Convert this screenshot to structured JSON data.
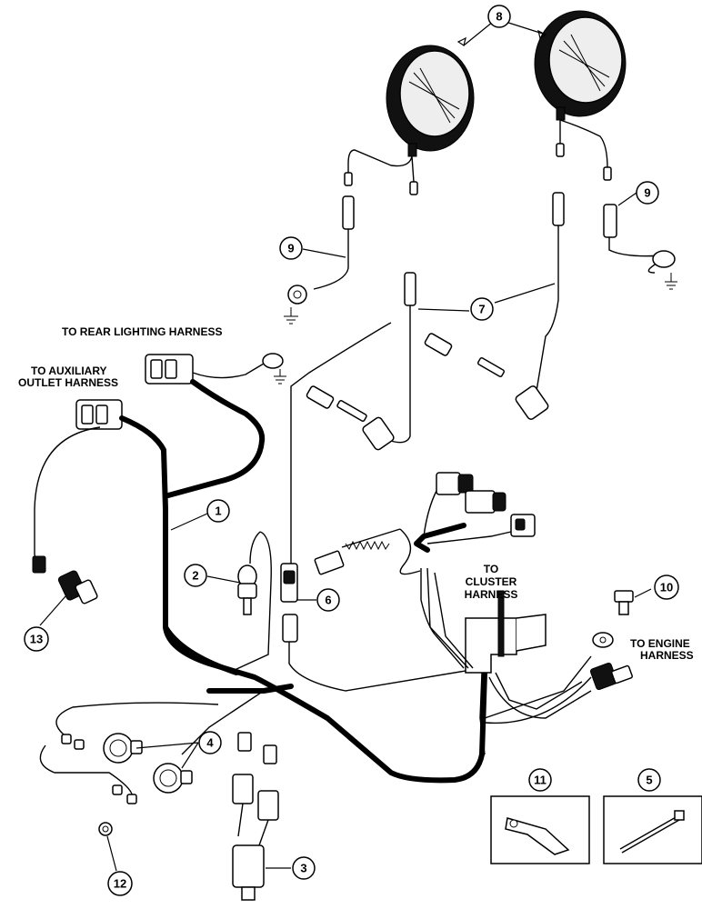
{
  "labels": {
    "rear_lighting": "TO REAR LIGHTING HARNESS",
    "aux_outlet_1": "TO AUXILIARY",
    "aux_outlet_2": "OUTLET HARNESS",
    "cluster_1": "TO",
    "cluster_2": "CLUSTER",
    "cluster_3": "HARNESS",
    "engine_1": "TO ENGINE",
    "engine_2": "HARNESS"
  },
  "callouts": {
    "c1": "1",
    "c2": "2",
    "c3": "3",
    "c4": "4",
    "c5": "5",
    "c6": "6",
    "c7": "7",
    "c8": "8",
    "c9a": "9",
    "c9b": "9",
    "c10": "10",
    "c11": "11",
    "c12": "12",
    "c13": "13"
  }
}
